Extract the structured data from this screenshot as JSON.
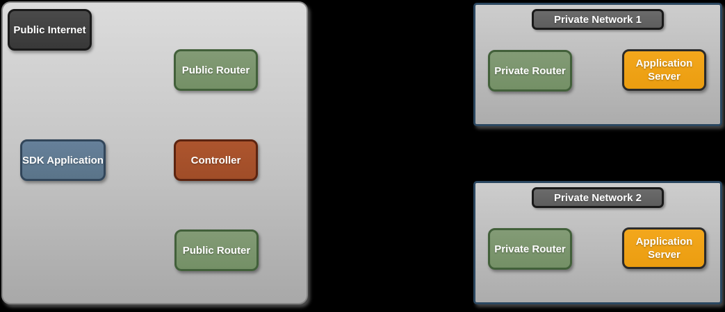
{
  "zones": {
    "public_internet": {
      "label": "Public Internet",
      "nodes": {
        "public_router_top": {
          "label": "Public Router"
        },
        "sdk_application": {
          "label": "SDK Application"
        },
        "controller": {
          "label": "Controller"
        },
        "public_router_bottom": {
          "label": "Public Router"
        }
      }
    },
    "private_network_1": {
      "title": "Private Network 1",
      "nodes": {
        "private_router": {
          "label": "Private Router"
        },
        "application_server": {
          "label": "Application Server"
        }
      }
    },
    "private_network_2": {
      "title": "Private Network 2",
      "nodes": {
        "private_router": {
          "label": "Private Router"
        },
        "application_server": {
          "label": "Application Server"
        }
      }
    }
  },
  "colors": {
    "background": "#000000",
    "public_zone_fill_top": "#DCDCDC",
    "public_zone_fill_bottom": "#A8A8A8",
    "public_zone_border": "#858585",
    "private_zone_fill_top": "#CDCDCD",
    "private_zone_fill_bottom": "#ACACAC",
    "private_zone_border": "#2B4760",
    "public_internet_node_fill": "#3F3F3F",
    "network_title_fill": "#636363",
    "dark_node_border": "#1A1A1A",
    "router_fill": "#7B946D",
    "router_border": "#42603A",
    "sdk_application_fill": "#5E7891",
    "sdk_application_border": "#32465A",
    "controller_fill": "#A8522C",
    "controller_border": "#5C2410",
    "application_server_fill": "#F0A218",
    "application_server_border": "#2B2B2B",
    "node_text": "#FFFFFF"
  }
}
